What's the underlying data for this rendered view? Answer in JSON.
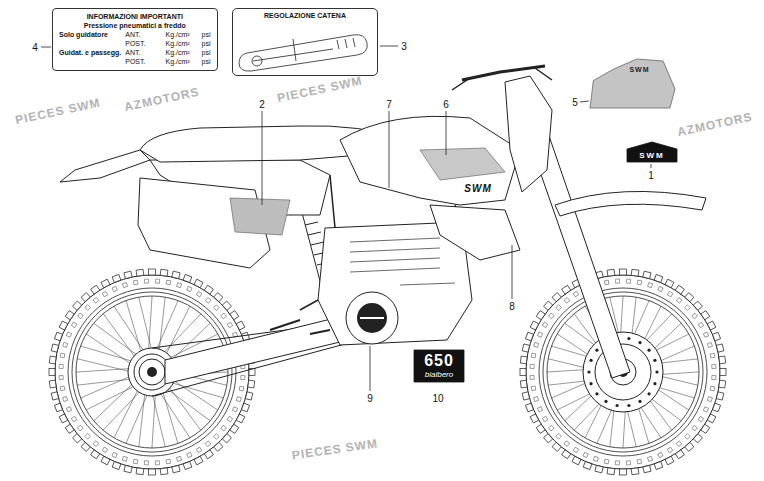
{
  "diagram": {
    "nodes": [
      {
        "text": [
          "INFORMAZIONI IMPORTANTI",
          "Pressione pneumatici a freddo",
          "Solo guidatore",
          "ANT.",
          "Kg./cm²",
          "psi",
          "POST.",
          "Kg./cm²",
          "psi",
          "Guidat. e passegg.",
          "ANT.",
          "Kg./cm²",
          "psi",
          "POST.",
          "Kg./cm²",
          "psi"
        ]
      },
      {
        "text": [
          "REGOLAZIONE CATENA"
        ]
      },
      {
        "text": [
          "SWM"
        ]
      },
      {
        "text": [
          "SWM"
        ]
      },
      {
        "text": [
          "650",
          "bialbero"
        ]
      }
    ],
    "labels": [
      "4",
      "3",
      "5",
      "1",
      "2",
      "7",
      "6",
      "8",
      "9",
      "10",
      "SWM",
      "PIECES SWM",
      "PIECES SWM",
      "AZMOTORS",
      "PIECES SWM",
      "AZMOTORS"
    ]
  }
}
